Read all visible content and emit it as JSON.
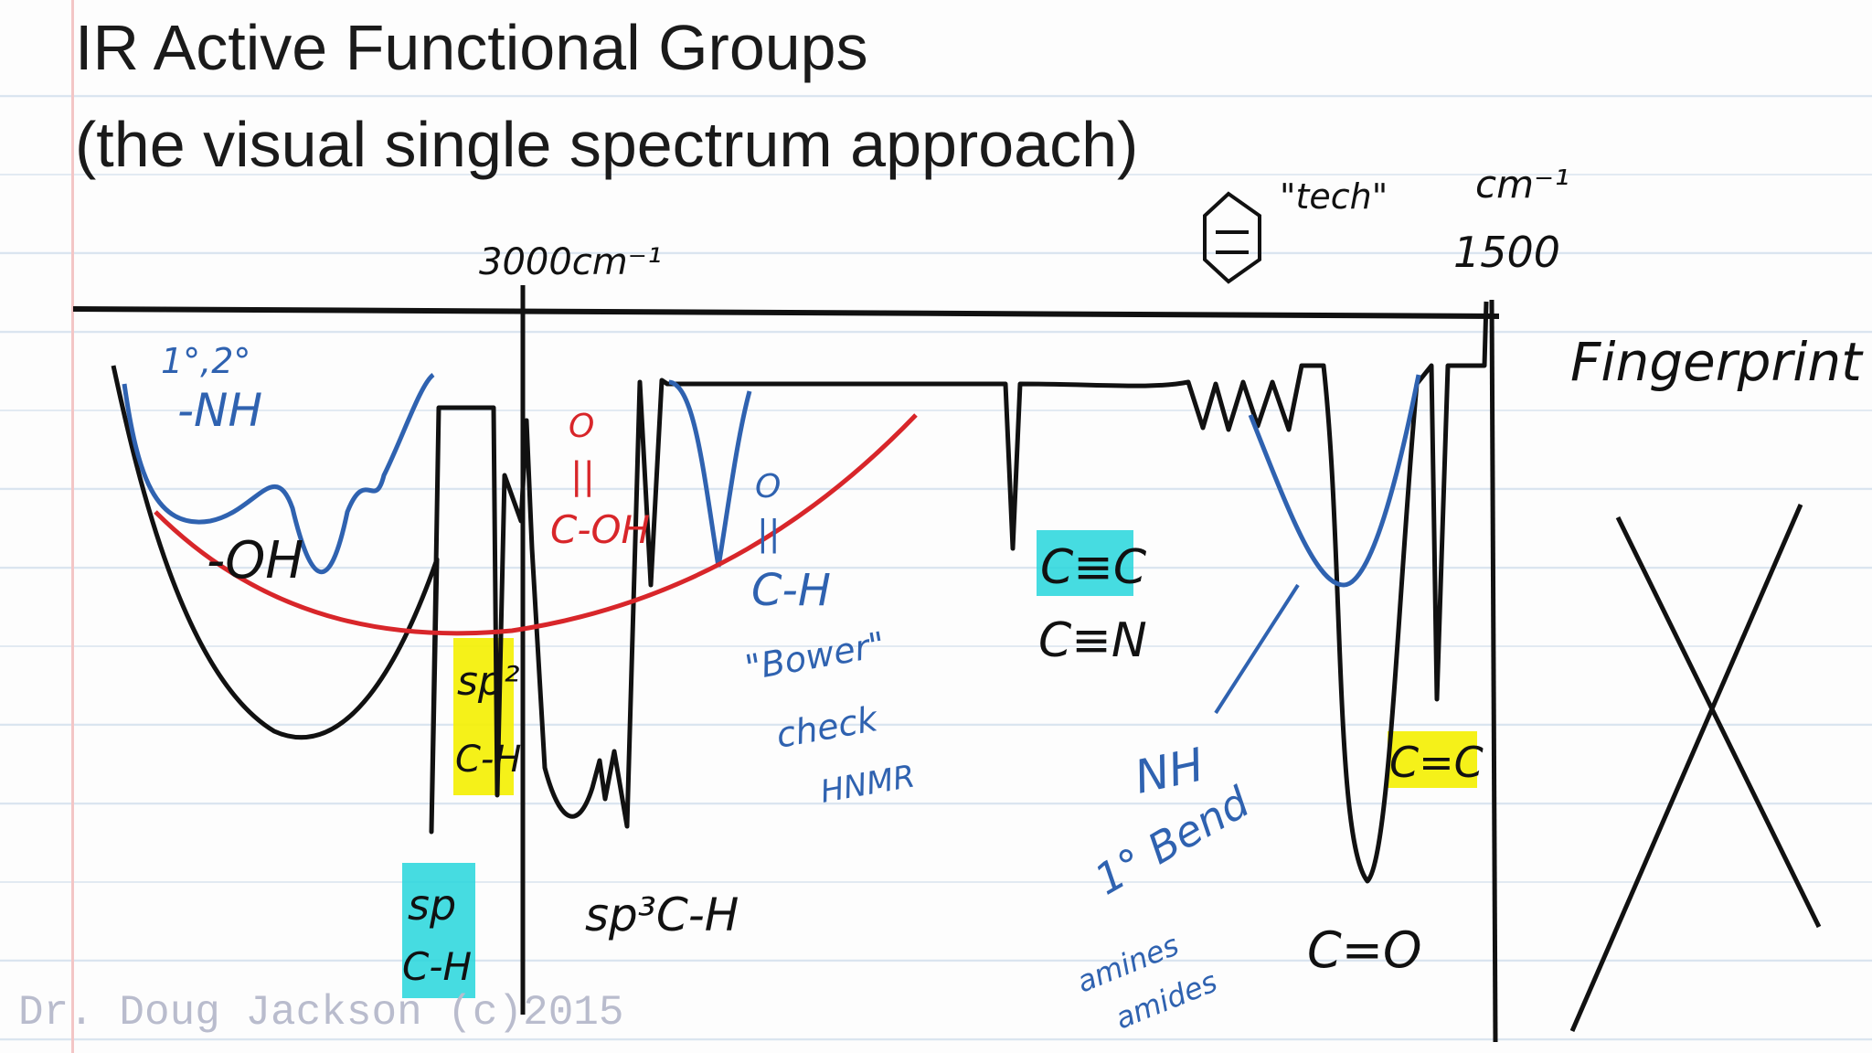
{
  "title": "IR Active Functional Groups",
  "subtitle": "(the visual single spectrum approach)",
  "footer": "Dr. Doug Jackson (c)2015",
  "axis": {
    "label_3000": "3000cm⁻¹",
    "label_cm": "cm⁻¹",
    "label_1500": "1500"
  },
  "annotations": {
    "tech": "\"tech\"",
    "fingerprint": "Fingerprint",
    "nh_primary_secondary": "1°,2°",
    "nh": "-NH",
    "oh": "-OH",
    "acid_o": "O",
    "acid_bonds": "||",
    "acid_coh": "C-OH",
    "sp2_top": "sp²",
    "sp2_bottom": "C-H",
    "sp_top": "sp",
    "sp_bottom": "C-H",
    "sp3": "sp³C-H",
    "ald_o": "O",
    "ald_bond": "||",
    "ald_ch": "C-H",
    "ald_note_1": "\"Bower\"",
    "ald_note_2": "check",
    "ald_note_3": "HNMR",
    "alkyne": "C≡C",
    "nitrile": "C≡N",
    "nh_bend_1": "NH",
    "nh_bend_2": "1° Bend",
    "nh_bend_3": "amines",
    "nh_bend_4": "amides",
    "carbonyl": "C=O",
    "alkene": "C=C"
  },
  "colors": {
    "ink_black": "#111111",
    "ink_blue": "#2f62b0",
    "ink_red": "#d8262a",
    "highlight_cyan": "#26d6dc",
    "highlight_yellow": "#f4f000",
    "watermark": "#b9bccd"
  }
}
